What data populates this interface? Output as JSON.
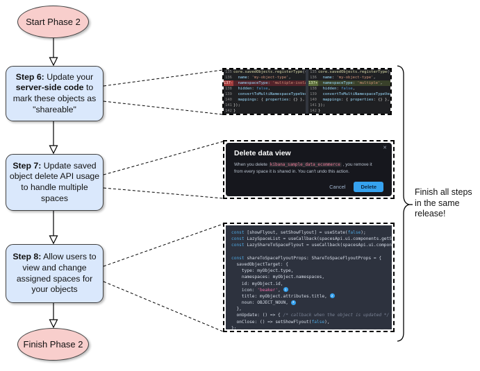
{
  "colors": {
    "start_finish_fill": "#f8cecc",
    "step_fill": "#dae8fc",
    "delete_button_blue": "#36a2ef",
    "diff_removed_red": "#a33c3c",
    "diff_added_green": "#5c6e3a",
    "code_token_pink": "#ef7e9b"
  },
  "flowchart": {
    "start_label": "Start Phase 2",
    "finish_label": "Finish Phase 2",
    "steps": [
      {
        "segments": [
          [
            "b",
            "Step 6:"
          ],
          [
            "n",
            " Update your "
          ],
          [
            "b",
            "server-side code"
          ],
          [
            "n",
            " to mark these objects as \"shareable\""
          ]
        ]
      },
      {
        "segments": [
          [
            "b",
            "Step 7:"
          ],
          [
            "n",
            " Update saved object delete API usage to handle multiple spaces"
          ]
        ]
      },
      {
        "segments": [
          [
            "b",
            "Step 8:"
          ],
          [
            "n",
            " Allow users to view and change assigned spaces for your objects"
          ]
        ]
      }
    ],
    "annotation": "Finish all steps in the same release!"
  },
  "diff_panel": {
    "left": {
      "lines": [
        {
          "no": "135",
          "type": "ctx",
          "segs": [
            [
              "fn",
              "core.savedObjects.registerType"
            ],
            [
              "pu",
              "({"
            ]
          ]
        },
        {
          "no": "136",
          "type": "ctx",
          "segs": [
            [
              "pu",
              "  "
            ],
            [
              "key",
              "name"
            ],
            [
              "pu",
              ": "
            ],
            [
              "str",
              "'my-object-type'"
            ],
            [
              "pu",
              ","
            ]
          ]
        },
        {
          "no": "137-",
          "type": "removed",
          "segs": [
            [
              "pu",
              "  "
            ],
            [
              "key",
              "namespaceType"
            ],
            [
              "pu",
              ": "
            ],
            [
              "str",
              "'multiple-isolated'"
            ],
            [
              "pu",
              ","
            ]
          ]
        },
        {
          "no": "138",
          "type": "ctx",
          "segs": [
            [
              "pu",
              "  "
            ],
            [
              "key",
              "hidden"
            ],
            [
              "pu",
              ": "
            ],
            [
              "bool",
              "false"
            ],
            [
              "pu",
              ","
            ]
          ]
        },
        {
          "no": "139",
          "type": "ctx",
          "segs": [
            [
              "pu",
              "  "
            ],
            [
              "key",
              "convertToMultiNamespaceTypeVersion"
            ],
            [
              "pu",
              ": '"
            ]
          ]
        },
        {
          "no": "140",
          "type": "ctx",
          "segs": [
            [
              "pu",
              "  "
            ],
            [
              "key",
              "mappings"
            ],
            [
              "pu",
              ": { "
            ],
            [
              "key",
              "properties"
            ],
            [
              "pu",
              ": {} },"
            ]
          ]
        },
        {
          "no": "141",
          "type": "ctx",
          "segs": [
            [
              "pu",
              "});"
            ]
          ]
        },
        {
          "no": "142",
          "type": "ctx",
          "segs": [
            [
              "pu",
              "}"
            ]
          ]
        }
      ]
    },
    "right": {
      "lines": [
        {
          "no": "135",
          "type": "ctx",
          "segs": [
            [
              "fn",
              "core.savedObjects.registerType"
            ],
            [
              "pu",
              "({"
            ]
          ]
        },
        {
          "no": "136",
          "type": "ctx",
          "segs": [
            [
              "pu",
              "  "
            ],
            [
              "key",
              "name"
            ],
            [
              "pu",
              ": "
            ],
            [
              "str",
              "'my-object-type'"
            ],
            [
              "pu",
              ","
            ]
          ]
        },
        {
          "no": "137+",
          "type": "added",
          "segs": [
            [
              "pu",
              "  "
            ],
            [
              "key",
              "namespaceType"
            ],
            [
              "pu",
              ": "
            ],
            [
              "str",
              "'multiple'"
            ],
            [
              "pu",
              ","
            ]
          ]
        },
        {
          "no": "138",
          "type": "ctx",
          "segs": [
            [
              "pu",
              "  "
            ],
            [
              "key",
              "hidden"
            ],
            [
              "pu",
              ": "
            ],
            [
              "bool",
              "false"
            ],
            [
              "pu",
              ","
            ]
          ]
        },
        {
          "no": "139",
          "type": "ctx",
          "segs": [
            [
              "pu",
              "  "
            ],
            [
              "key",
              "convertToMultiNamespaceTypeVersion"
            ],
            [
              "pu",
              ": '"
            ]
          ]
        },
        {
          "no": "140",
          "type": "ctx",
          "segs": [
            [
              "pu",
              "  "
            ],
            [
              "key",
              "mappings"
            ],
            [
              "pu",
              ": { "
            ],
            [
              "key",
              "properties"
            ],
            [
              "pu",
              ": {} },"
            ]
          ]
        },
        {
          "no": "141",
          "type": "ctx",
          "segs": [
            [
              "pu",
              "});"
            ]
          ]
        },
        {
          "no": "142",
          "type": "ctx",
          "segs": [
            [
              "pu",
              "}"
            ]
          ]
        }
      ]
    }
  },
  "modal": {
    "title": "Delete data view",
    "body_before": "When you delete ",
    "code_token": "kibana_sample_data_ecommerce",
    "body_after": " , you remove it from every space it is shared in. You can't undo this action.",
    "cancel_label": "Cancel",
    "delete_label": "Delete",
    "close_icon": "✕"
  },
  "code_panel": {
    "lines": [
      {
        "segs": [
          [
            "kw",
            "const"
          ],
          [
            "d",
            " [showFlyout, setShowFlyout] = useState("
          ],
          [
            "boolb",
            "false"
          ],
          [
            "d",
            ");"
          ]
        ]
      },
      {
        "segs": [
          [
            "kw",
            "const"
          ],
          [
            "d",
            " LazySpaceList = useCallback(spacesApi.ui.components.getSpaceLis"
          ]
        ]
      },
      {
        "segs": [
          [
            "kw",
            "const"
          ],
          [
            "d",
            " LazyShareToSpaceFlyout = useCallback(spacesApi.ui.components.ge"
          ]
        ]
      },
      {
        "segs": []
      },
      {
        "segs": [
          [
            "kw",
            "const"
          ],
          [
            "d",
            " shareToSpaceFlyoutProps: ShareToSpaceFlyoutProps = {"
          ]
        ]
      },
      {
        "segs": [
          [
            "d",
            "  savedObjectTarget: {"
          ]
        ]
      },
      {
        "segs": [
          [
            "d",
            "    type: myObject.type,"
          ]
        ]
      },
      {
        "segs": [
          [
            "d",
            "    namespaces: myObject.namespaces,"
          ]
        ]
      },
      {
        "segs": [
          [
            "d",
            "    id: myObject.id,"
          ]
        ]
      },
      {
        "segs": [
          [
            "d",
            "    icon: "
          ],
          [
            "strp",
            "'beaker'"
          ],
          [
            "d",
            ", "
          ]
        ],
        "badge": "1"
      },
      {
        "segs": [
          [
            "d",
            "    title: myObject.attributes.title, "
          ]
        ],
        "badge": "2"
      },
      {
        "segs": [
          [
            "d",
            "    noun: OBJECT_NOUN, "
          ]
        ],
        "badge": "3"
      },
      {
        "segs": [
          [
            "d",
            "  },"
          ]
        ]
      },
      {
        "segs": [
          [
            "d",
            "  onUpdate: () => { "
          ],
          [
            "com",
            "/* callback when the object is updated */"
          ],
          [
            "d",
            " },"
          ]
        ]
      },
      {
        "segs": [
          [
            "d",
            "  onClose: () => setShowFlyout("
          ],
          [
            "boolb",
            "false"
          ],
          [
            "d",
            "),"
          ]
        ]
      },
      {
        "segs": [
          [
            "d",
            "};"
          ]
        ]
      }
    ]
  }
}
